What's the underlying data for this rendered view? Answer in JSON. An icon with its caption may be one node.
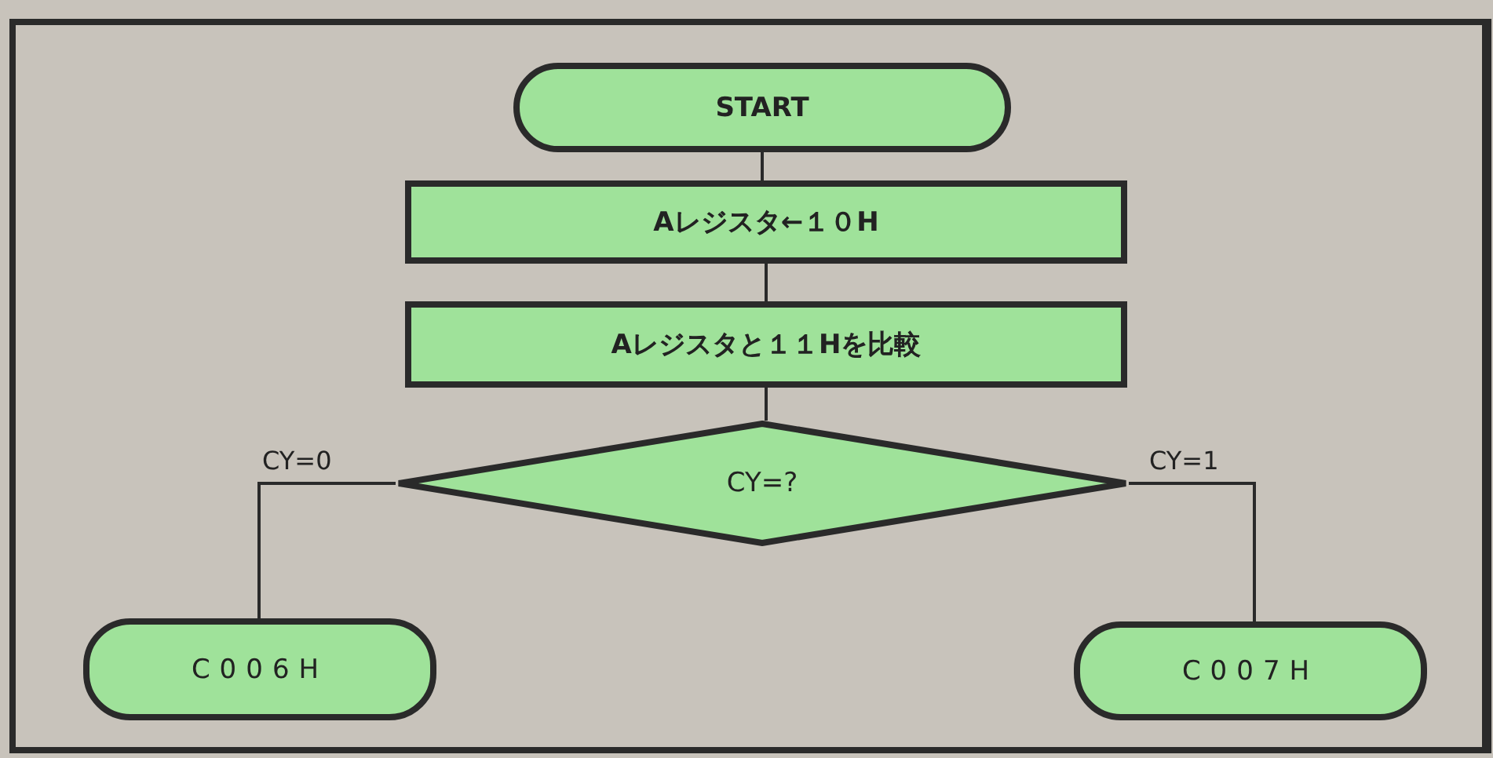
{
  "diagram": {
    "nodes": [
      {
        "text": [
          "START"
        ]
      },
      {
        "text": [
          "Aレジスタ←１０H"
        ]
      },
      {
        "text": [
          "Aレジスタと１１Hを比較"
        ]
      },
      {
        "text": [
          "CY=?"
        ]
      },
      {
        "text": [
          "C006H"
        ]
      },
      {
        "text": [
          "C007H"
        ]
      }
    ],
    "edges": [
      {
        "from": 0,
        "to": 1,
        "arrow": "none"
      },
      {
        "from": 1,
        "to": 2,
        "arrow": "none"
      },
      {
        "from": 2,
        "to": 3,
        "arrow": "none"
      },
      {
        "from": 3,
        "to": 4,
        "arrow": "none",
        "label": "CY=0"
      },
      {
        "from": 3,
        "to": 5,
        "arrow": "none",
        "label": "CY=1"
      }
    ]
  }
}
